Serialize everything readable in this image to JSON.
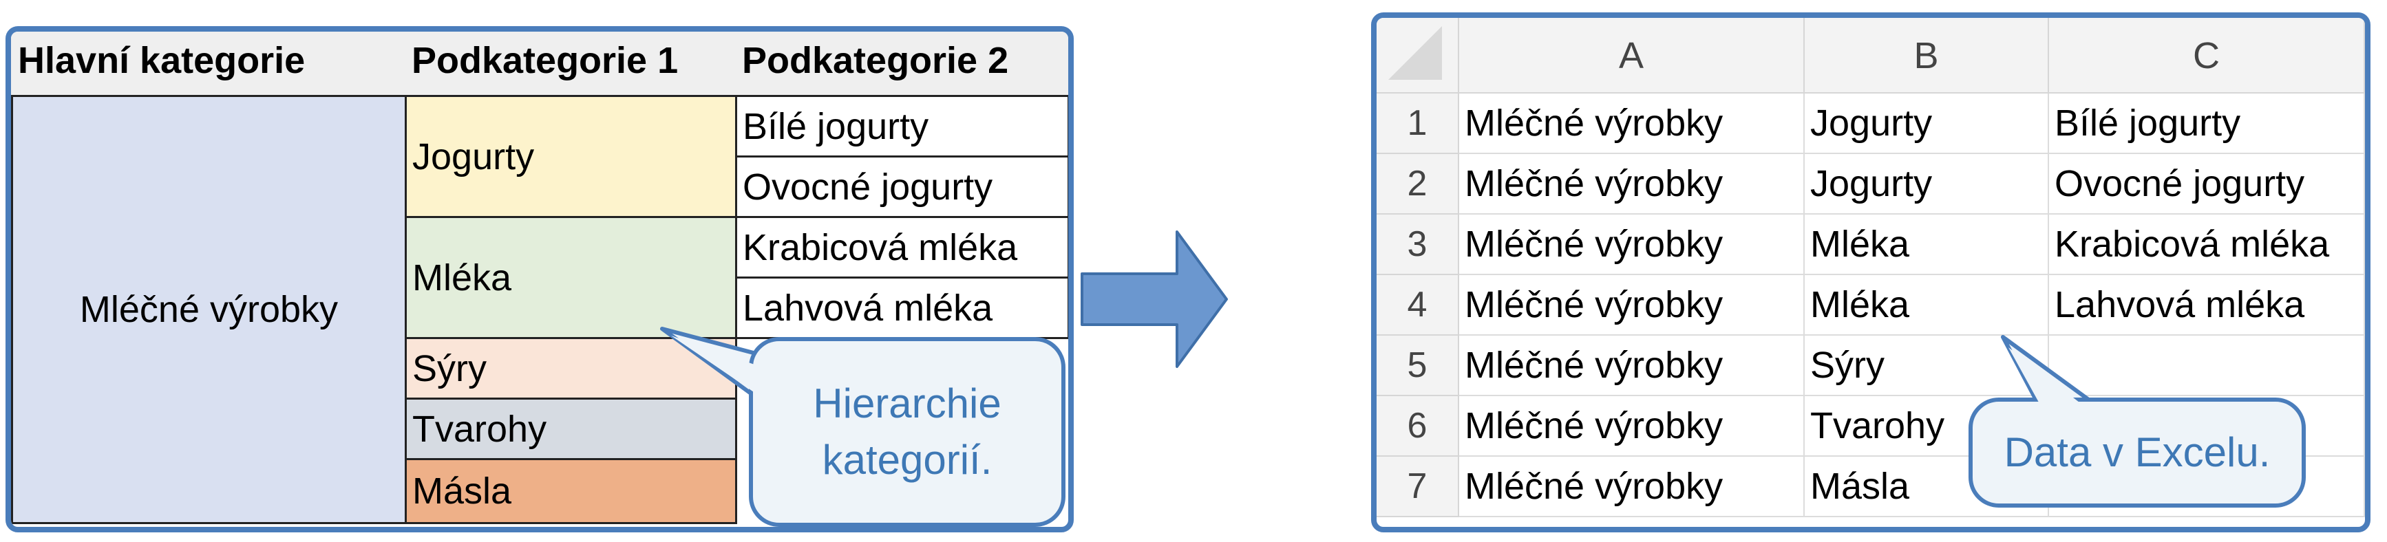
{
  "left": {
    "headers": [
      "Hlavní kategorie",
      "Podkategorie 1",
      "Podkategorie 2"
    ],
    "main_category": "Mléčné výrobky",
    "sub1": [
      {
        "label": "Jogurty",
        "color": "#fdf3cc"
      },
      {
        "label": "Mléka",
        "color": "#e3eedb"
      },
      {
        "label": "Sýry",
        "color": "#fae5d8"
      },
      {
        "label": "Tvarohy",
        "color": "#d6dbe2"
      },
      {
        "label": "Másla",
        "color": "#eeb088"
      }
    ],
    "sub2": [
      "Bílé jogurty",
      "Ovocné jogurty",
      "Krabicová mléka",
      "Lahvová mléka"
    ],
    "main_color": "#d9e0f1",
    "callout_line1": "Hierarchie",
    "callout_line2": "kategorií."
  },
  "right": {
    "columns": [
      "A",
      "B",
      "C"
    ],
    "rows": [
      {
        "n": "1",
        "a": "Mléčné výrobky",
        "b": "Jogurty",
        "c": "Bílé jogurty"
      },
      {
        "n": "2",
        "a": "Mléčné výrobky",
        "b": "Jogurty",
        "c": "Ovocné jogurty"
      },
      {
        "n": "3",
        "a": "Mléčné výrobky",
        "b": "Mléka",
        "c": "Krabicová mléka"
      },
      {
        "n": "4",
        "a": "Mléčné výrobky",
        "b": "Mléka",
        "c": "Lahvová mléka"
      },
      {
        "n": "5",
        "a": "Mléčné výrobky",
        "b": "Sýry",
        "c": ""
      },
      {
        "n": "6",
        "a": "Mléčné výrobky",
        "b": "Tvarohy",
        "c": ""
      },
      {
        "n": "7",
        "a": "Mléčné výrobky",
        "b": "Másla",
        "c": ""
      }
    ],
    "callout": "Data v Excelu."
  },
  "accent": "#4a7dbb",
  "arrow_color": "#6b97cf"
}
